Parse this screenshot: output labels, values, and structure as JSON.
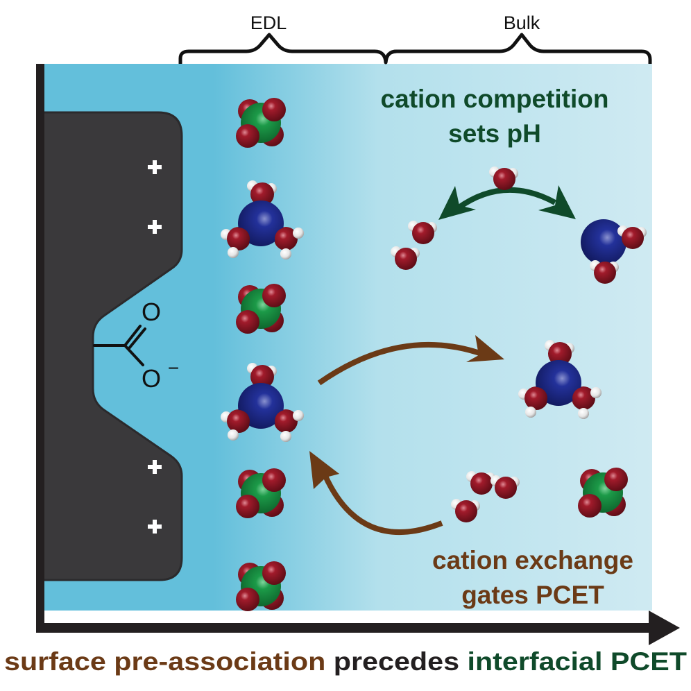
{
  "header": {
    "edl_label": "EDL",
    "bulk_label": "Bulk"
  },
  "electrode": {
    "charge_symbol": "+",
    "charge_count": 4,
    "functional_group": {
      "name": "carboxylate",
      "atom_top": "O",
      "atom_bottom": "O",
      "charge": "−"
    }
  },
  "annotations": {
    "competition_line1": "cation competition",
    "competition_line2": "sets pH",
    "exchange_line1": "cation exchange",
    "exchange_line2": "gates PCET"
  },
  "footer": {
    "part1": "surface pre-association",
    "part2": "precedes",
    "part3": "interfacial PCET"
  },
  "colors": {
    "electrode": "#3a393b",
    "electrolyte_near": "#63bfdb",
    "electrolyte_far": "#cdeaf2",
    "green_text": "#0f4a2a",
    "brown_text": "#6b3a16",
    "axis": "#231f20",
    "anion_center": "#17873e",
    "cation_center": "#1d2a8a",
    "oxygen": "#8c1623",
    "hydrogen": "#f2f2f2"
  },
  "legend_species": {
    "anion": "perchlorate-like anion (green center, 4 oxygens)",
    "cation": "hydrated cation (blue center, 3 waters)",
    "water": "water cluster"
  }
}
